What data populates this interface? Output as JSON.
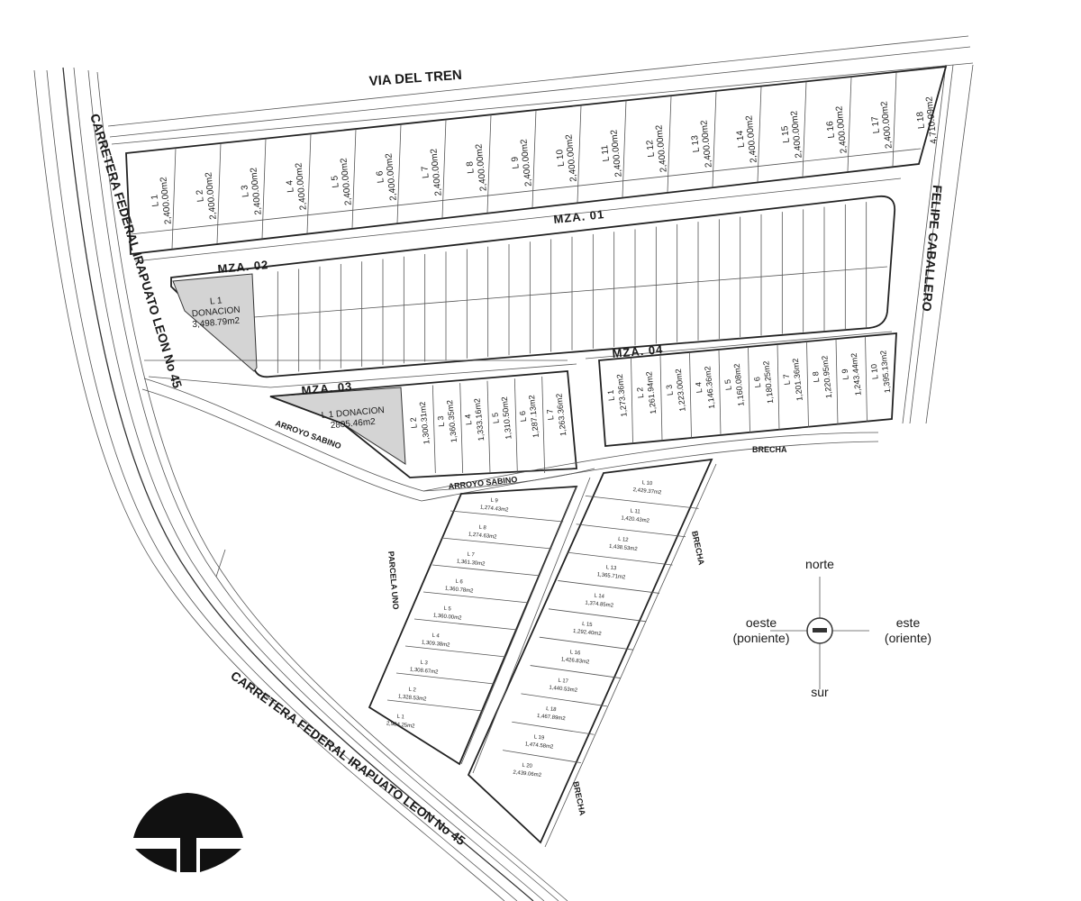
{
  "streets": {
    "north": "VIA DEL TREN",
    "east": "FELIPE CABALLERO",
    "west": "CARRETERA FEDERAL IRAPUATO LEON  No 45",
    "southwest": "CARRETERA FEDERAL IRAPUATO LEON  No 45",
    "arroyo_1": "ARROYO SABINO",
    "arroyo_2": "ARROYO SABINO",
    "brecha_1": "BRECHA",
    "brecha_2": "BRECHA",
    "brecha_3": "BRECHA",
    "parcela": "PARCELA UNO"
  },
  "blocks": {
    "mza01": "MZA. 01",
    "mza02": "MZA. 02",
    "mza03": "MZA. 03",
    "mza04": "MZA. 04"
  },
  "mza01_lots": [
    {
      "id": "L 1",
      "area": "2,400.00m2"
    },
    {
      "id": "L 2",
      "area": "2,400.00m2"
    },
    {
      "id": "L 3",
      "area": "2,400.00m2"
    },
    {
      "id": "L 4",
      "area": "2,400.00m2"
    },
    {
      "id": "L 5",
      "area": "2,400.00m2"
    },
    {
      "id": "L 6",
      "area": "2,400.00m2"
    },
    {
      "id": "L 7",
      "area": "2,400.00m2"
    },
    {
      "id": "L 8",
      "area": "2,400.00m2"
    },
    {
      "id": "L 9",
      "area": "2,400.00m2"
    },
    {
      "id": "L 10",
      "area": "2,400.00m2"
    },
    {
      "id": "L 11",
      "area": "2,400.00m2"
    },
    {
      "id": "L 12",
      "area": "2,400.00m2"
    },
    {
      "id": "L 13",
      "area": "2,400.00m2"
    },
    {
      "id": "L 14",
      "area": "2,400.00m2"
    },
    {
      "id": "L 15",
      "area": "2,400.00m2"
    },
    {
      "id": "L 16",
      "area": "2,400.00m2"
    },
    {
      "id": "L 17",
      "area": "2,400.00m2"
    },
    {
      "id": "L 18",
      "area": "4,710.99m2"
    }
  ],
  "mza02_donation": {
    "id": "L 1",
    "label": "DONACION",
    "area": "3,498.79m2"
  },
  "mza03_donation": {
    "id": "L 1 DONACION",
    "area": "2805.46m2"
  },
  "mza03_lots": [
    {
      "id": "L 2",
      "area": "1,300.31m2"
    },
    {
      "id": "L 3",
      "area": "1,360.35m2"
    },
    {
      "id": "L 4",
      "area": "1,333.16m2"
    },
    {
      "id": "L 5",
      "area": "1,310.50m2"
    },
    {
      "id": "L 6",
      "area": "1,287.13m2"
    },
    {
      "id": "L 7",
      "area": "1,263.36m2"
    }
  ],
  "mza04_lots": [
    {
      "id": "L 1",
      "area": "1,273.36m2"
    },
    {
      "id": "L 2",
      "area": "1,261.94m2"
    },
    {
      "id": "L 3",
      "area": "1,223.00m2"
    },
    {
      "id": "L 4",
      "area": "1,146.36m2"
    },
    {
      "id": "L 5",
      "area": "1,160.08m2"
    },
    {
      "id": "L 6",
      "area": "1,180.25m2"
    },
    {
      "id": "L 7",
      "area": "1,201.36m2"
    },
    {
      "id": "L 8",
      "area": "1,220.95m2"
    },
    {
      "id": "L 9",
      "area": "1,243.44m2"
    },
    {
      "id": "L 10",
      "area": "1,395.13m2"
    }
  ],
  "south_left_lots": [
    {
      "id": "L 9",
      "area": "1,274.43m2"
    },
    {
      "id": "L 8",
      "area": "1,274.63m2"
    },
    {
      "id": "L 7",
      "area": "1,361.30m2"
    },
    {
      "id": "L 6",
      "area": "1,360.78m2"
    },
    {
      "id": "L 5",
      "area": "1,360.00m2"
    },
    {
      "id": "L 4",
      "area": "1,309.38m2"
    },
    {
      "id": "L 3",
      "area": "1,308.67m2"
    },
    {
      "id": "L 2",
      "area": "1,328.53m2"
    },
    {
      "id": "L 1",
      "area": "2,984.25m2"
    }
  ],
  "south_right_lots": [
    {
      "id": "L 10",
      "area": "2,429.37m2"
    },
    {
      "id": "L 11",
      "area": "1,420.43m2"
    },
    {
      "id": "L 12",
      "area": "1,438.53m2"
    },
    {
      "id": "L 13",
      "area": "1,365.71m2"
    },
    {
      "id": "L 14",
      "area": "1,374.85m2"
    },
    {
      "id": "L 15",
      "area": "1,292.40m2"
    },
    {
      "id": "L 16",
      "area": "1,426.83m2"
    },
    {
      "id": "L 17",
      "area": "1,440.53m2"
    },
    {
      "id": "L 18",
      "area": "1,467.89m2"
    },
    {
      "id": "L 19",
      "area": "1,474.58m2"
    },
    {
      "id": "L 20",
      "area": "2,439.06m2"
    }
  ],
  "compass": {
    "north": "norte",
    "south": "sur",
    "west": "oeste",
    "west_alt": "(poniente)",
    "east": "este",
    "east_alt": "(oriente)"
  },
  "colors": {
    "line": "#333333",
    "donation_fill": "#d4d4d4",
    "logo": "#111111"
  }
}
